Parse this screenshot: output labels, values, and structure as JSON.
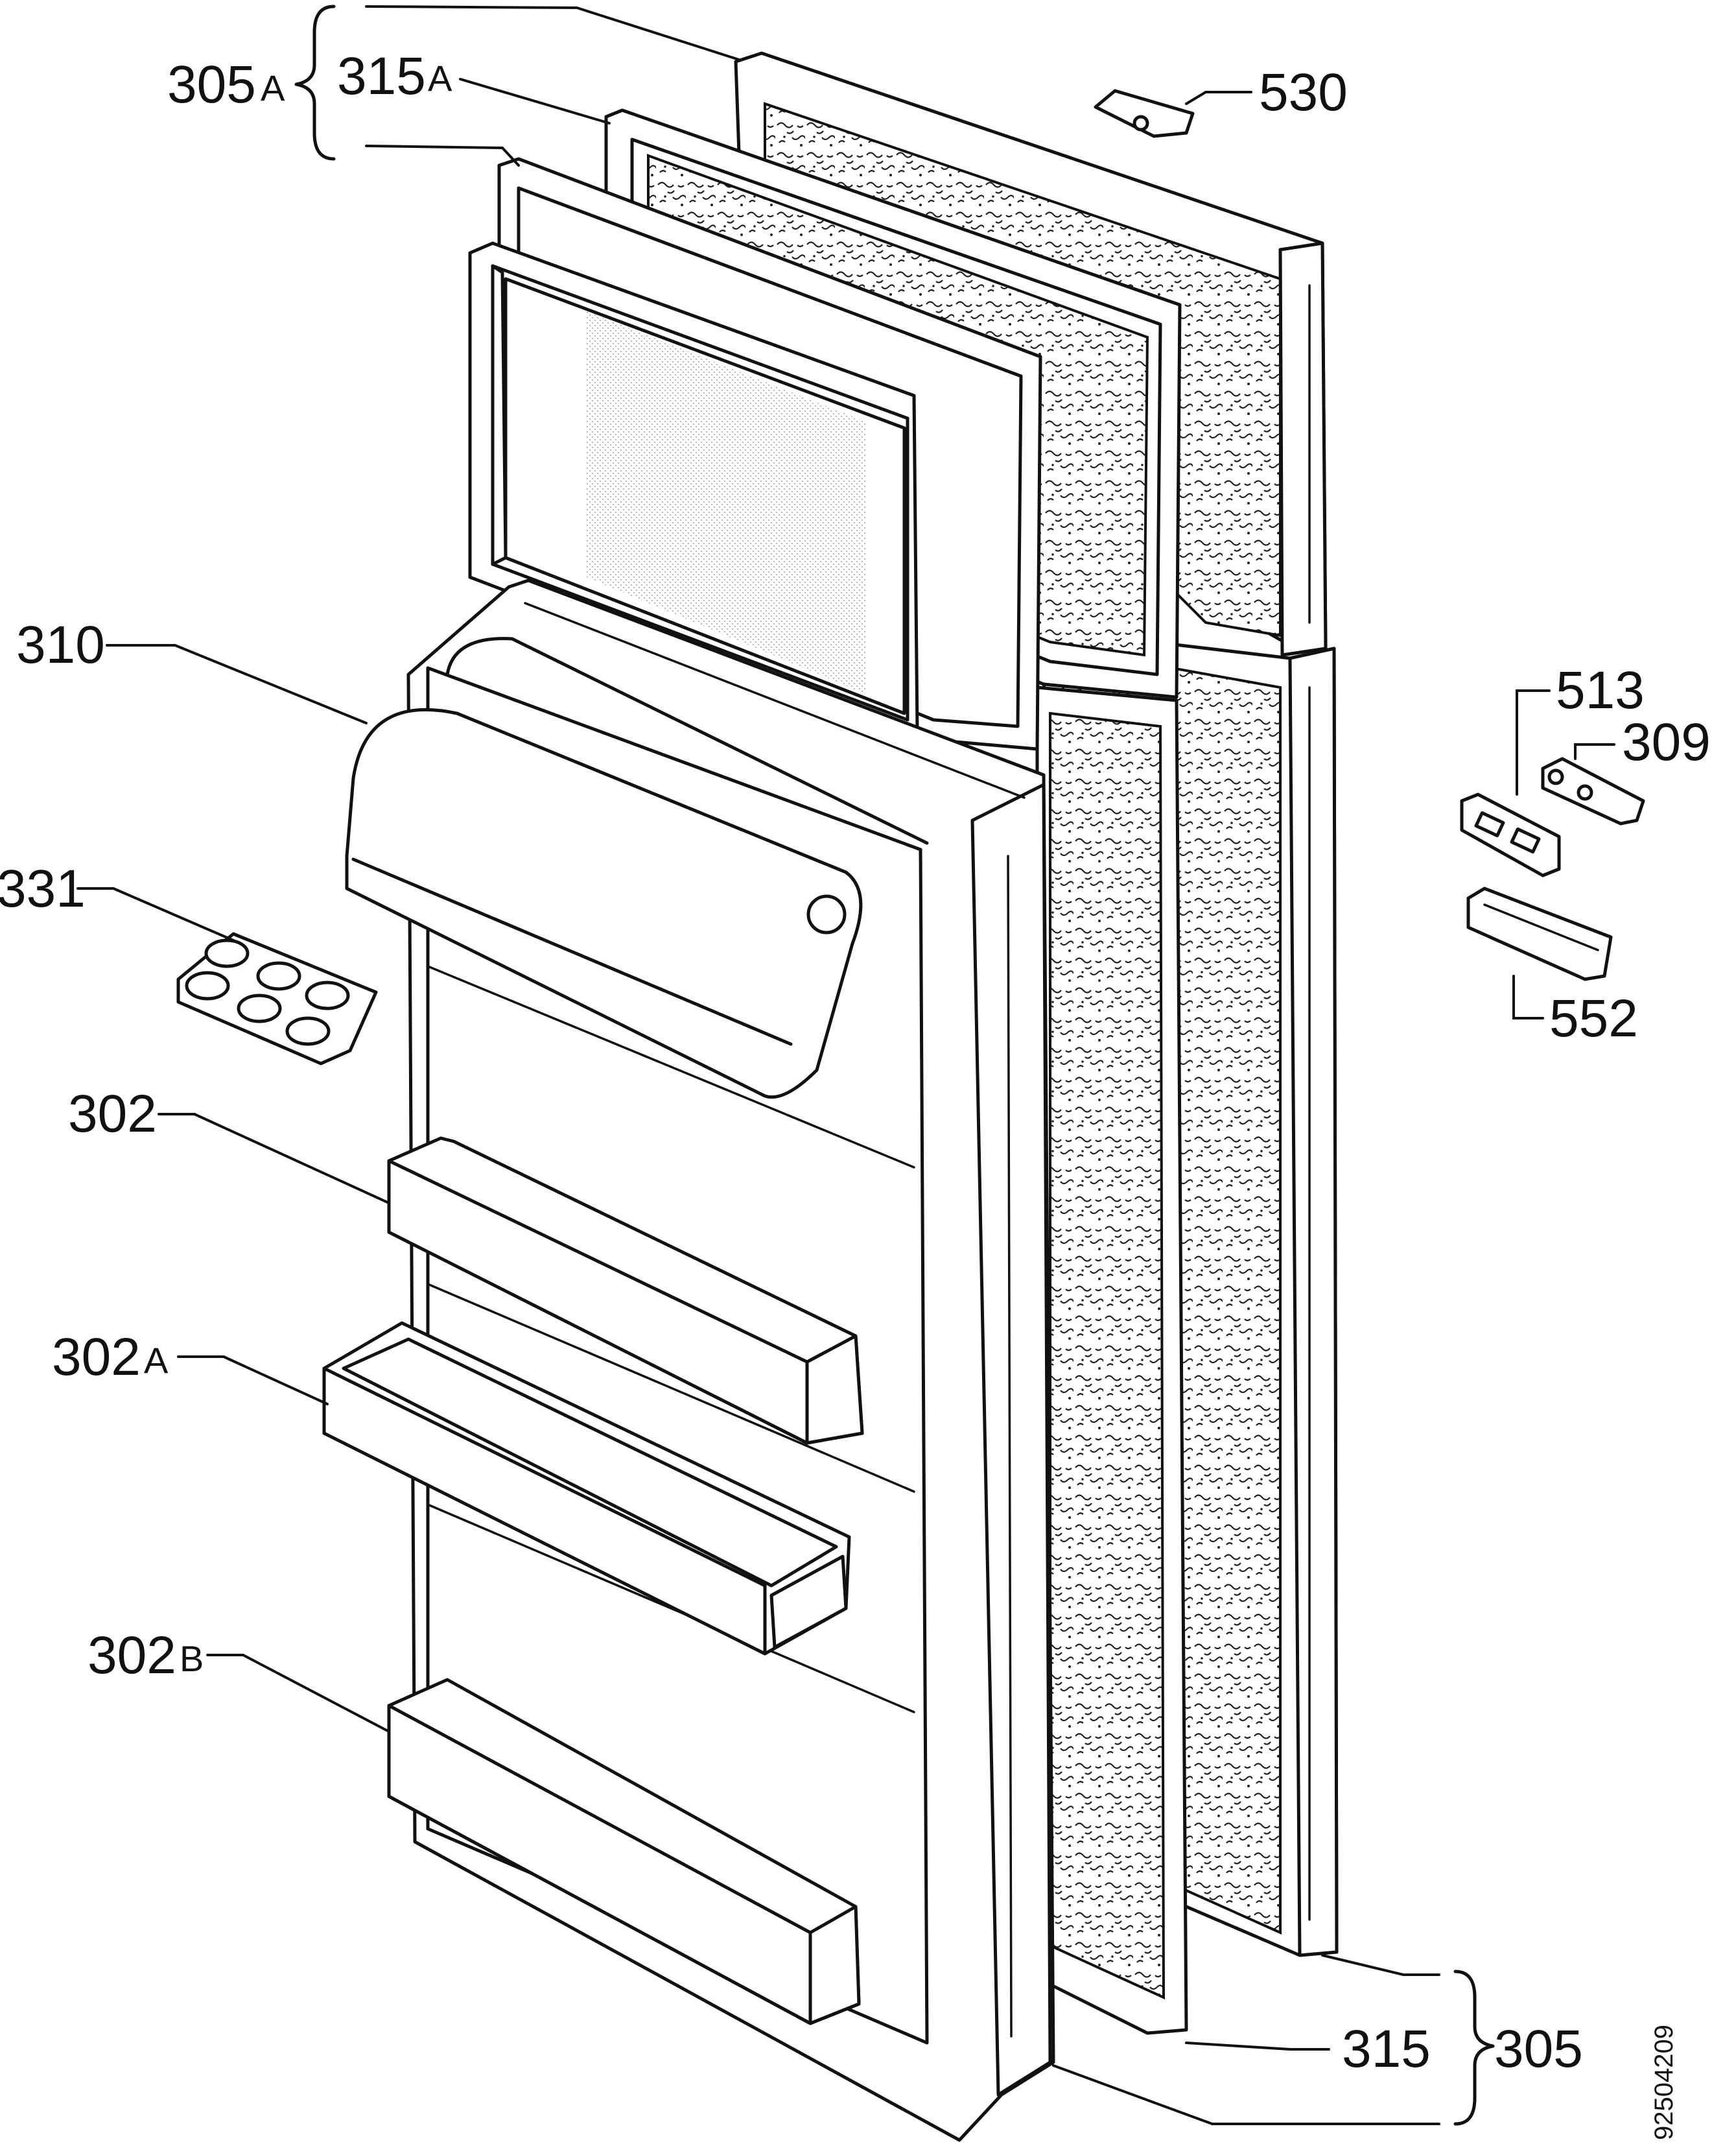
{
  "diagram": {
    "document_id": "92504209",
    "labels": {
      "l305a": "305",
      "l305a_suffix": "A",
      "l315a": "315",
      "l315a_suffix": "A",
      "l530": "530",
      "l310": "310",
      "l331": "331",
      "l302": "302",
      "l302a": "302",
      "l302a_suffix": "A",
      "l302b": "302",
      "l302b_suffix": "B",
      "l513": "513",
      "l309": "309",
      "l552": "552",
      "l315": "315",
      "l305": "305"
    }
  }
}
